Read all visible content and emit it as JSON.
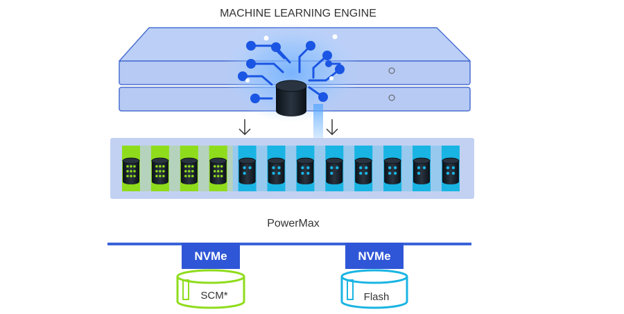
{
  "title": "MACHINE LEARNING ENGINE",
  "array_label": "PowerMax",
  "drives": {
    "scm_count": 4,
    "flash_count": 8,
    "colors": {
      "scm": "#8fdc1c",
      "flash": "#19b4e3",
      "canister": "#111820"
    }
  },
  "tiers": [
    {
      "interface": "NVMe",
      "media": "SCM*",
      "color": "#8fdc1c"
    },
    {
      "interface": "NVMe",
      "media": "Flash",
      "color": "#19b4e3"
    }
  ],
  "colors": {
    "server_fill": "#bcd0f7",
    "server_stroke": "#4a6fd1",
    "circuit": "#1a55e3",
    "bus": "#3a63d8",
    "panel": "#c2d1f2"
  }
}
